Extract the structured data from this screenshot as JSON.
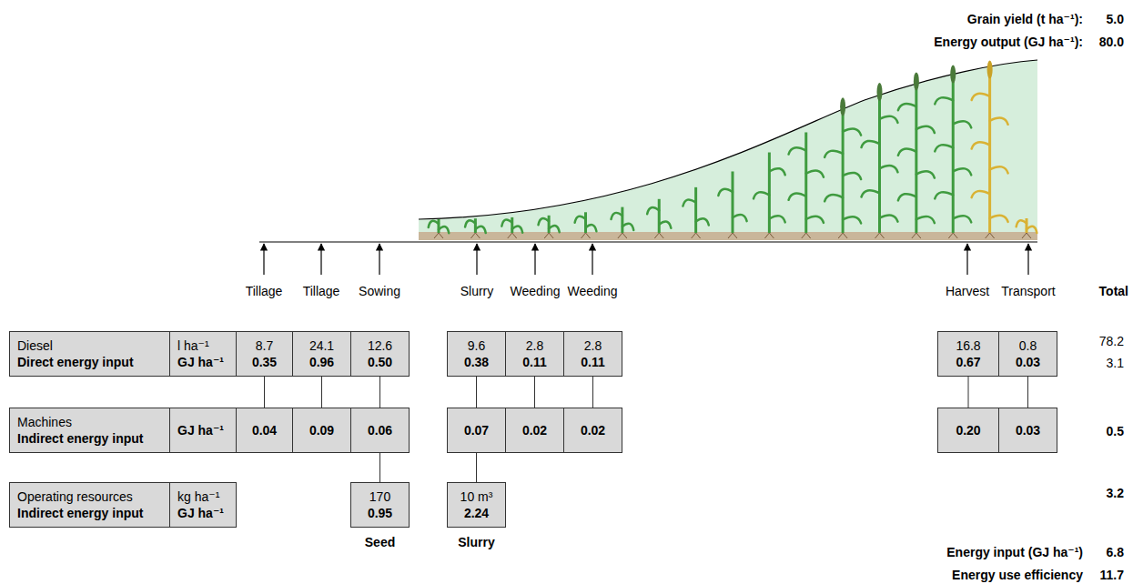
{
  "diagram": {
    "nodes": [
      {
        "text": [
          "Diesel",
          "Direct energy input"
        ]
      },
      {
        "text": [
          "l ha⁻¹",
          "GJ ha⁻¹"
        ]
      },
      {
        "text": [
          "8.7",
          "0.35"
        ]
      },
      {
        "text": [
          "24.1",
          "0.96"
        ]
      },
      {
        "text": [
          "12.6",
          "0.50"
        ]
      },
      {
        "text": [
          "9.6",
          "0.38"
        ]
      },
      {
        "text": [
          "2.8",
          "0.11"
        ]
      },
      {
        "text": [
          "2.8",
          "0.11"
        ]
      },
      {
        "text": [
          "16.8",
          "0.67"
        ]
      },
      {
        "text": [
          "0.8",
          "0.03"
        ]
      },
      {
        "text": [
          "Machines",
          "Indirect energy input"
        ]
      },
      {
        "text": [
          "GJ ha⁻¹"
        ]
      },
      {
        "text": [
          "0.04"
        ]
      },
      {
        "text": [
          "0.09"
        ]
      },
      {
        "text": [
          "0.06"
        ]
      },
      {
        "text": [
          "0.07"
        ]
      },
      {
        "text": [
          "0.02"
        ]
      },
      {
        "text": [
          "0.02"
        ]
      },
      {
        "text": [
          "0.20"
        ]
      },
      {
        "text": [
          "0.03"
        ]
      },
      {
        "text": [
          "Operating resources",
          "Indirect energy input"
        ]
      },
      {
        "text": [
          "kg ha⁻¹",
          "GJ ha⁻¹"
        ]
      },
      {
        "text": [
          "170",
          "0.95",
          "Seed"
        ]
      },
      {
        "text": [
          "10 m³",
          "2.24",
          "Slurry"
        ]
      }
    ],
    "edges": [
      {
        "from": 2,
        "to": 12,
        "arrow": "none"
      },
      {
        "from": 3,
        "to": 13,
        "arrow": "none"
      },
      {
        "from": 4,
        "to": 14,
        "arrow": "none"
      },
      {
        "from": 5,
        "to": 15,
        "arrow": "none"
      },
      {
        "from": 6,
        "to": 16,
        "arrow": "none"
      },
      {
        "from": 7,
        "to": 17,
        "arrow": "none"
      },
      {
        "from": 8,
        "to": 18,
        "arrow": "none"
      },
      {
        "from": 9,
        "to": 19,
        "arrow": "none"
      },
      {
        "from": 14,
        "to": 22,
        "arrow": "none"
      },
      {
        "from": 15,
        "to": 23,
        "arrow": "none"
      }
    ],
    "labels": [
      "Grain yield (t ha⁻¹):",
      "5.0",
      "Energy output (GJ ha⁻¹):",
      "80.0",
      "Tillage",
      "Tillage",
      "Sowing",
      "Slurry",
      "Weeding",
      "Weeding",
      "Harvest",
      "Transport",
      "Total",
      "78.2",
      "3.1",
      "0.5",
      "3.2",
      "Energy input (GJ ha⁻¹)",
      "6.8",
      "Energy use efficiency",
      "11.7"
    ]
  }
}
